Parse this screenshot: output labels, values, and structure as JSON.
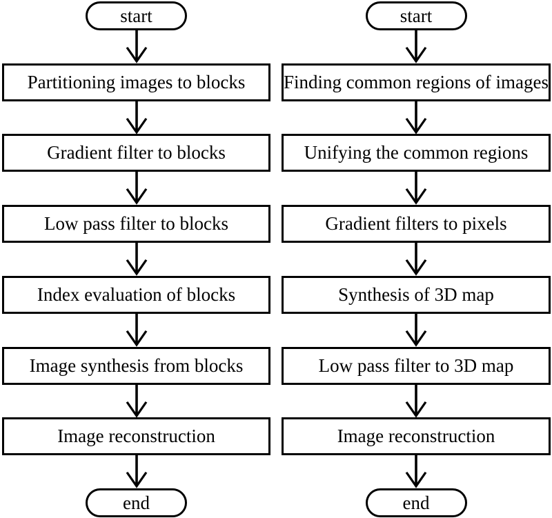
{
  "diagram": {
    "type": "flowchart",
    "colors": {
      "stroke": "#000000",
      "fill": "#ffffff",
      "text": "#000000"
    },
    "flowcharts": [
      {
        "id": "block-pipeline",
        "start": "start",
        "end": "end",
        "steps": [
          "Partitioning images to blocks",
          "Gradient filter to blocks",
          "Low pass filter to blocks",
          "Index evaluation of blocks",
          "Image synthesis from blocks",
          "Image reconstruction"
        ]
      },
      {
        "id": "region-pipeline",
        "start": "start",
        "end": "end",
        "steps": [
          "Finding common regions of images",
          "Unifying the common regions",
          "Gradient filters to pixels",
          "Synthesis of 3D map",
          "Low pass filter to 3D map",
          "Image reconstruction"
        ]
      }
    ]
  }
}
